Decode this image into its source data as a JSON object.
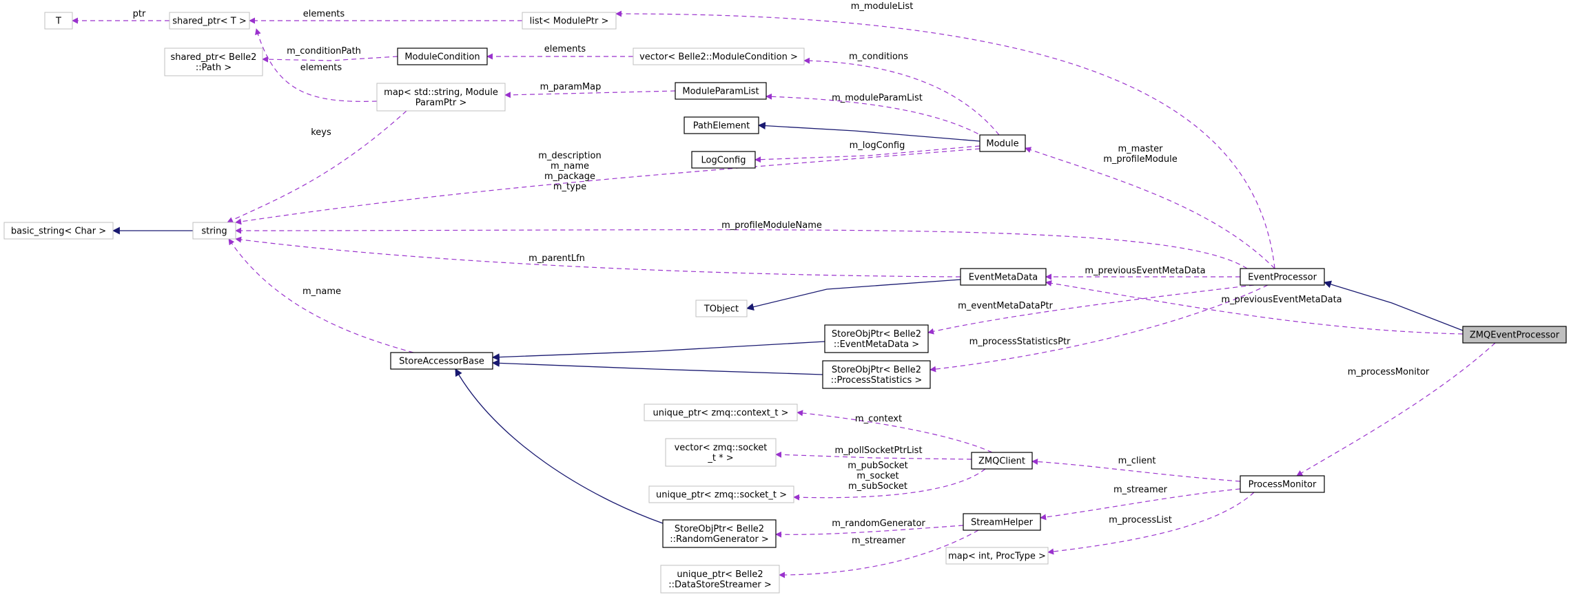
{
  "nodes": [
    {
      "id": "T",
      "label": [
        "T"
      ],
      "style": "ext"
    },
    {
      "id": "shared_ptr_T",
      "label": [
        "shared_ptr< T >"
      ],
      "style": "ext"
    },
    {
      "id": "list_ModulePtr",
      "label": [
        "list< ModulePtr >"
      ],
      "style": "ext"
    },
    {
      "id": "shared_ptr_Path",
      "label": [
        "shared_ptr< Belle2",
        "::Path >"
      ],
      "style": "ext"
    },
    {
      "id": "ModuleCondition",
      "label": [
        "ModuleCondition"
      ],
      "style": "int"
    },
    {
      "id": "vector_ModuleCondition",
      "label": [
        "vector< Belle2::ModuleCondition >"
      ],
      "style": "ext"
    },
    {
      "id": "map_string_ModuleParamPtr",
      "label": [
        "map< std::string, Module",
        "ParamPtr >"
      ],
      "style": "ext"
    },
    {
      "id": "ModuleParamList",
      "label": [
        "ModuleParamList"
      ],
      "style": "int"
    },
    {
      "id": "PathElement",
      "label": [
        "PathElement"
      ],
      "style": "int"
    },
    {
      "id": "LogConfig",
      "label": [
        "LogConfig"
      ],
      "style": "int"
    },
    {
      "id": "Module",
      "label": [
        "Module"
      ],
      "style": "int"
    },
    {
      "id": "basic_string",
      "label": [
        "basic_string< Char >"
      ],
      "style": "ext"
    },
    {
      "id": "string",
      "label": [
        "string"
      ],
      "style": "ext"
    },
    {
      "id": "EventMetaData",
      "label": [
        "EventMetaData"
      ],
      "style": "int"
    },
    {
      "id": "EventProcessor",
      "label": [
        "EventProcessor"
      ],
      "style": "int"
    },
    {
      "id": "TObject",
      "label": [
        "TObject"
      ],
      "style": "ext"
    },
    {
      "id": "ZMQEventProcessor",
      "label": [
        "ZMQEventProcessor"
      ],
      "style": "focus"
    },
    {
      "id": "StoreAccessorBase",
      "label": [
        "StoreAccessorBase"
      ],
      "style": "int"
    },
    {
      "id": "StoreObjPtr_EventMetaData",
      "label": [
        "StoreObjPtr< Belle2",
        "::EventMetaData >"
      ],
      "style": "int"
    },
    {
      "id": "StoreObjPtr_ProcessStatistics",
      "label": [
        "StoreObjPtr< Belle2",
        "::ProcessStatistics >"
      ],
      "style": "int"
    },
    {
      "id": "unique_ptr_context",
      "label": [
        "unique_ptr< zmq::context_t >"
      ],
      "style": "ext"
    },
    {
      "id": "vector_socket",
      "label": [
        "vector< zmq::socket",
        "_t * >"
      ],
      "style": "ext"
    },
    {
      "id": "ZMQClient",
      "label": [
        "ZMQClient"
      ],
      "style": "int"
    },
    {
      "id": "unique_ptr_socket",
      "label": [
        "unique_ptr< zmq::socket_t >"
      ],
      "style": "ext"
    },
    {
      "id": "ProcessMonitor",
      "label": [
        "ProcessMonitor"
      ],
      "style": "int"
    },
    {
      "id": "StreamHelper",
      "label": [
        "StreamHelper"
      ],
      "style": "int"
    },
    {
      "id": "StoreObjPtr_RandomGenerator",
      "label": [
        "StoreObjPtr< Belle2",
        "::RandomGenerator >"
      ],
      "style": "int"
    },
    {
      "id": "map_int_ProcType",
      "label": [
        "map< int, ProcType >"
      ],
      "style": "ext"
    },
    {
      "id": "unique_ptr_DataStoreStreamer",
      "label": [
        "unique_ptr< Belle2",
        "::DataStoreStreamer >"
      ],
      "style": "ext"
    }
  ],
  "edges": [
    {
      "from": "shared_ptr_T",
      "to": "T",
      "kind": "use",
      "label": [
        "ptr"
      ]
    },
    {
      "from": "list_ModulePtr",
      "to": "shared_ptr_T",
      "kind": "use",
      "label": [
        "elements"
      ]
    },
    {
      "from": "EventProcessor",
      "to": "list_ModulePtr",
      "kind": "use",
      "label": [
        "m_moduleList"
      ]
    },
    {
      "from": "ModuleCondition",
      "to": "shared_ptr_Path",
      "kind": "use",
      "label": [
        "m_conditionPath"
      ]
    },
    {
      "from": "vector_ModuleCondition",
      "to": "ModuleCondition",
      "kind": "use",
      "label": [
        "elements"
      ]
    },
    {
      "from": "Module",
      "to": "vector_ModuleCondition",
      "kind": "use",
      "label": [
        "m_conditions"
      ]
    },
    {
      "from": "map_string_ModuleParamPtr",
      "to": "shared_ptr_T",
      "kind": "use",
      "label": [
        "elements"
      ]
    },
    {
      "from": "ModuleParamList",
      "to": "map_string_ModuleParamPtr",
      "kind": "use",
      "label": [
        "m_paramMap"
      ]
    },
    {
      "from": "Module",
      "to": "ModuleParamList",
      "kind": "use",
      "label": [
        "m_moduleParamList"
      ]
    },
    {
      "from": "Module",
      "to": "PathElement",
      "kind": "inherit",
      "label": []
    },
    {
      "from": "Module",
      "to": "LogConfig",
      "kind": "use",
      "label": [
        "m_logConfig"
      ]
    },
    {
      "from": "EventProcessor",
      "to": "Module",
      "kind": "use",
      "label": [
        "m_master",
        "m_profileModule"
      ]
    },
    {
      "from": "map_string_ModuleParamPtr",
      "to": "string",
      "kind": "use",
      "label": [
        "keys"
      ]
    },
    {
      "from": "Module",
      "to": "string",
      "kind": "use",
      "label": [
        "m_description",
        "m_name",
        "m_package",
        "m_type"
      ]
    },
    {
      "from": "string",
      "to": "basic_string",
      "kind": "inherit",
      "label": []
    },
    {
      "from": "EventProcessor",
      "to": "string",
      "kind": "use",
      "label": [
        "m_profileModuleName"
      ]
    },
    {
      "from": "EventMetaData",
      "to": "string",
      "kind": "use",
      "label": [
        "m_parentLfn"
      ]
    },
    {
      "from": "StoreAccessorBase",
      "to": "string",
      "kind": "use",
      "label": [
        "m_name"
      ]
    },
    {
      "from": "EventMetaData",
      "to": "TObject",
      "kind": "inherit",
      "label": []
    },
    {
      "from": "EventProcessor",
      "to": "EventMetaData",
      "kind": "use",
      "label": [
        "m_previousEventMetaData"
      ]
    },
    {
      "from": "ZMQEventProcessor",
      "to": "EventMetaData",
      "kind": "use",
      "label": [
        "m_previousEventMetaData"
      ]
    },
    {
      "from": "ZMQEventProcessor",
      "to": "EventProcessor",
      "kind": "inherit",
      "label": []
    },
    {
      "from": "EventProcessor",
      "to": "StoreObjPtr_EventMetaData",
      "kind": "use",
      "label": [
        "m_eventMetaDataPtr"
      ]
    },
    {
      "from": "EventProcessor",
      "to": "StoreObjPtr_ProcessStatistics",
      "kind": "use",
      "label": [
        "m_processStatisticsPtr"
      ]
    },
    {
      "from": "StoreObjPtr_EventMetaData",
      "to": "StoreAccessorBase",
      "kind": "inherit",
      "label": []
    },
    {
      "from": "StoreObjPtr_ProcessStatistics",
      "to": "StoreAccessorBase",
      "kind": "inherit",
      "label": []
    },
    {
      "from": "StoreObjPtr_RandomGenerator",
      "to": "StoreAccessorBase",
      "kind": "inherit",
      "label": []
    },
    {
      "from": "ZMQEventProcessor",
      "to": "ProcessMonitor",
      "kind": "use",
      "label": [
        "m_processMonitor"
      ]
    },
    {
      "from": "ZMQClient",
      "to": "unique_ptr_context",
      "kind": "use",
      "label": [
        "m_context"
      ]
    },
    {
      "from": "ZMQClient",
      "to": "vector_socket",
      "kind": "use",
      "label": [
        "m_pollSocketPtrList"
      ]
    },
    {
      "from": "ZMQClient",
      "to": "unique_ptr_socket",
      "kind": "use",
      "label": [
        "m_pubSocket",
        "m_socket",
        "m_subSocket"
      ]
    },
    {
      "from": "ProcessMonitor",
      "to": "ZMQClient",
      "kind": "use",
      "label": [
        "m_client"
      ]
    },
    {
      "from": "ProcessMonitor",
      "to": "StreamHelper",
      "kind": "use",
      "label": [
        "m_streamer"
      ]
    },
    {
      "from": "ProcessMonitor",
      "to": "map_int_ProcType",
      "kind": "use",
      "label": [
        "m_processList"
      ]
    },
    {
      "from": "StreamHelper",
      "to": "StoreObjPtr_RandomGenerator",
      "kind": "use",
      "label": [
        "m_randomGenerator"
      ]
    },
    {
      "from": "StreamHelper",
      "to": "unique_ptr_DataStoreStreamer",
      "kind": "use",
      "label": [
        "m_streamer"
      ]
    }
  ],
  "colors": {
    "use_edge": "#9a32cd",
    "inherit_edge": "#191970",
    "external_border": "#bfbfbf",
    "focus_fill": "#bfbfbf"
  }
}
